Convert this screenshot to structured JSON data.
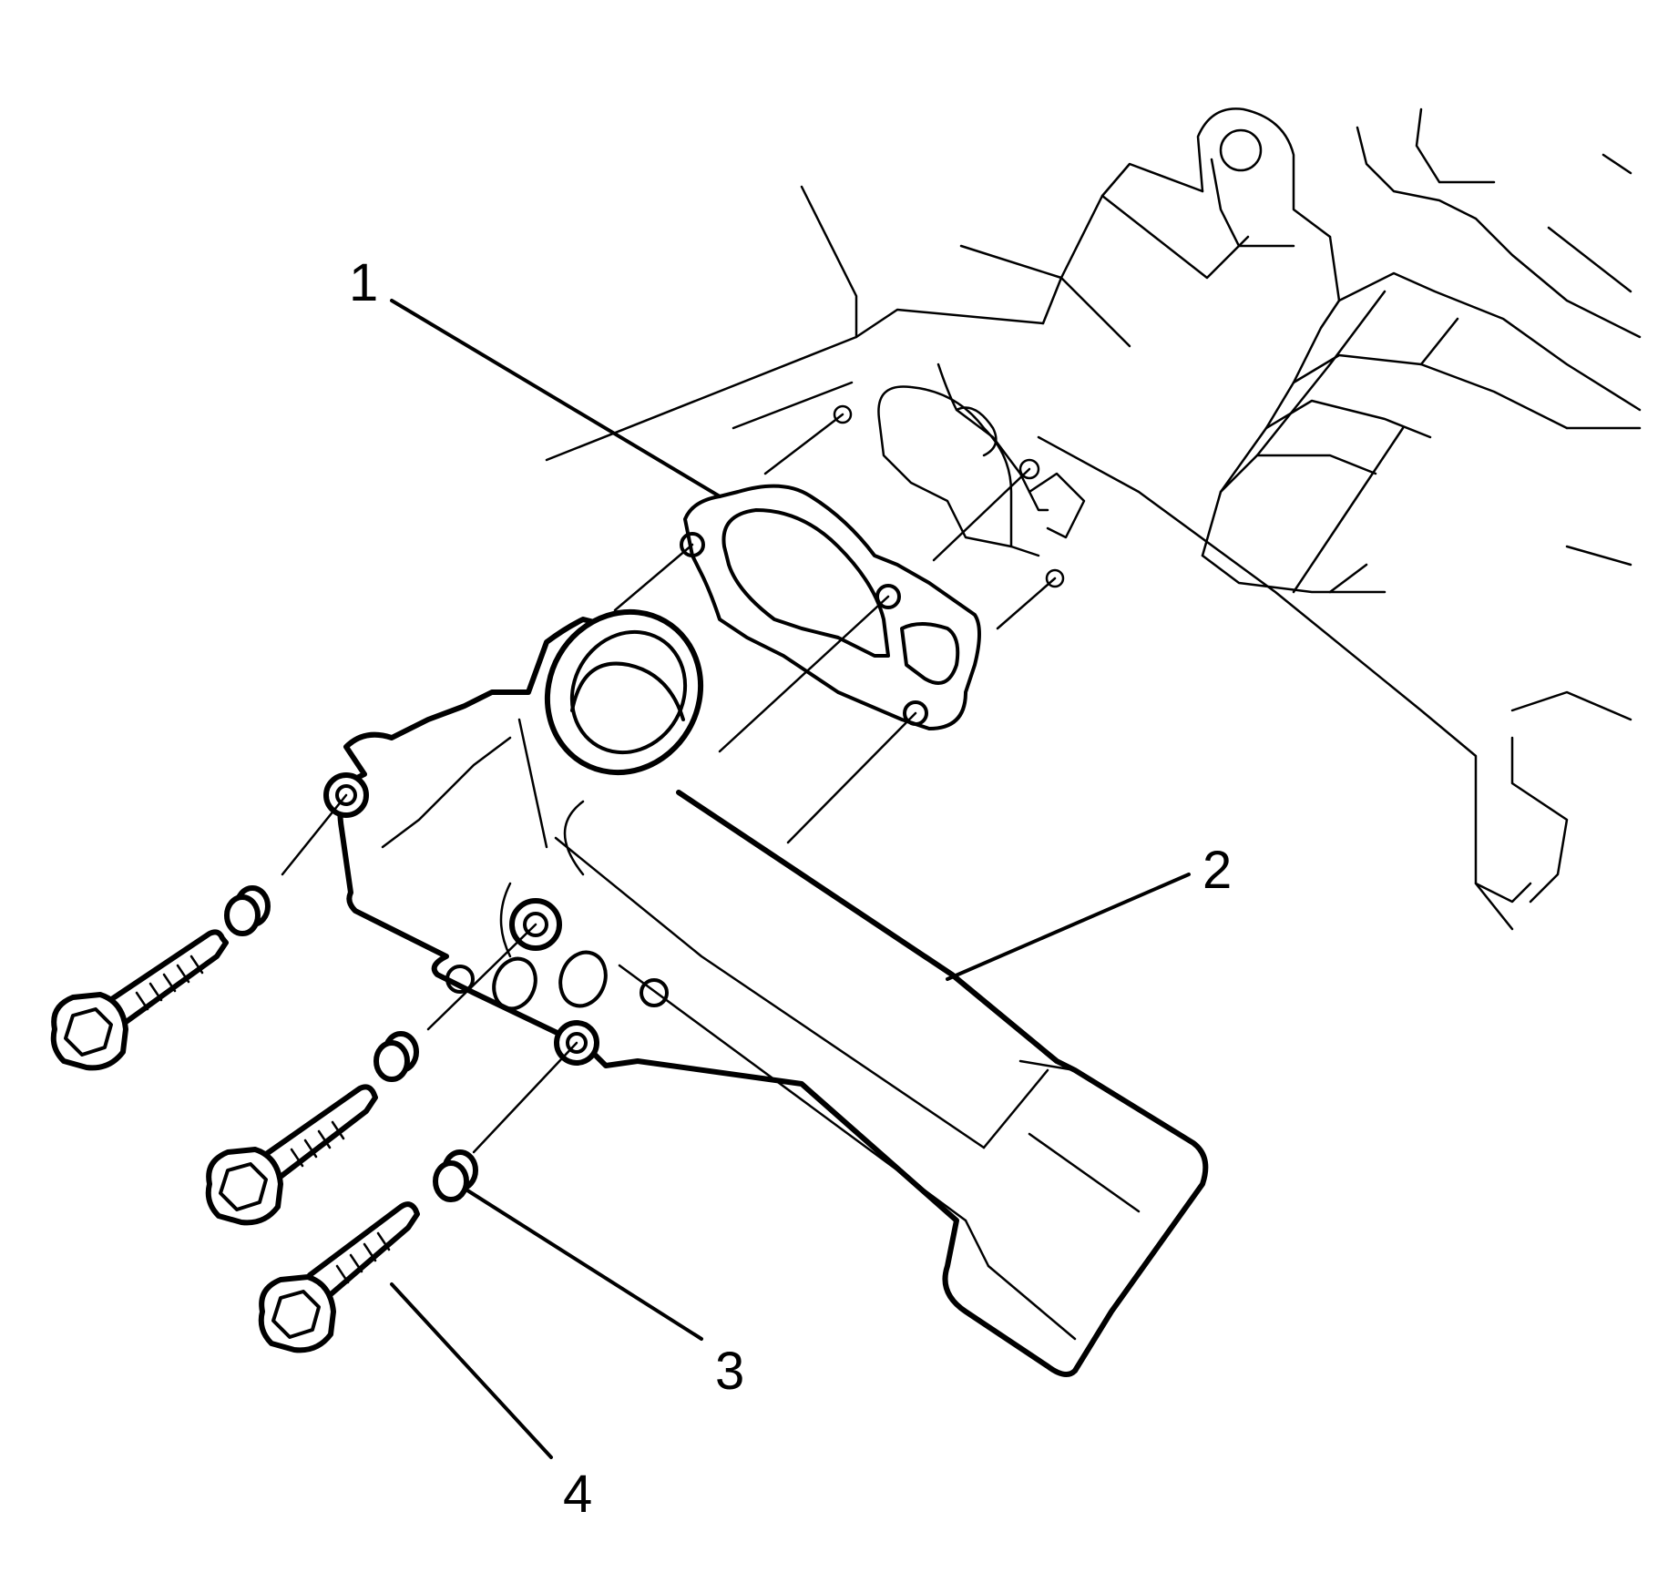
{
  "diagram": {
    "callouts": [
      {
        "id": "1",
        "label": "1"
      },
      {
        "id": "2",
        "label": "2"
      },
      {
        "id": "3",
        "label": "3"
      },
      {
        "id": "4",
        "label": "4"
      }
    ],
    "line_color": "#000000",
    "background_color": "#ffffff"
  }
}
